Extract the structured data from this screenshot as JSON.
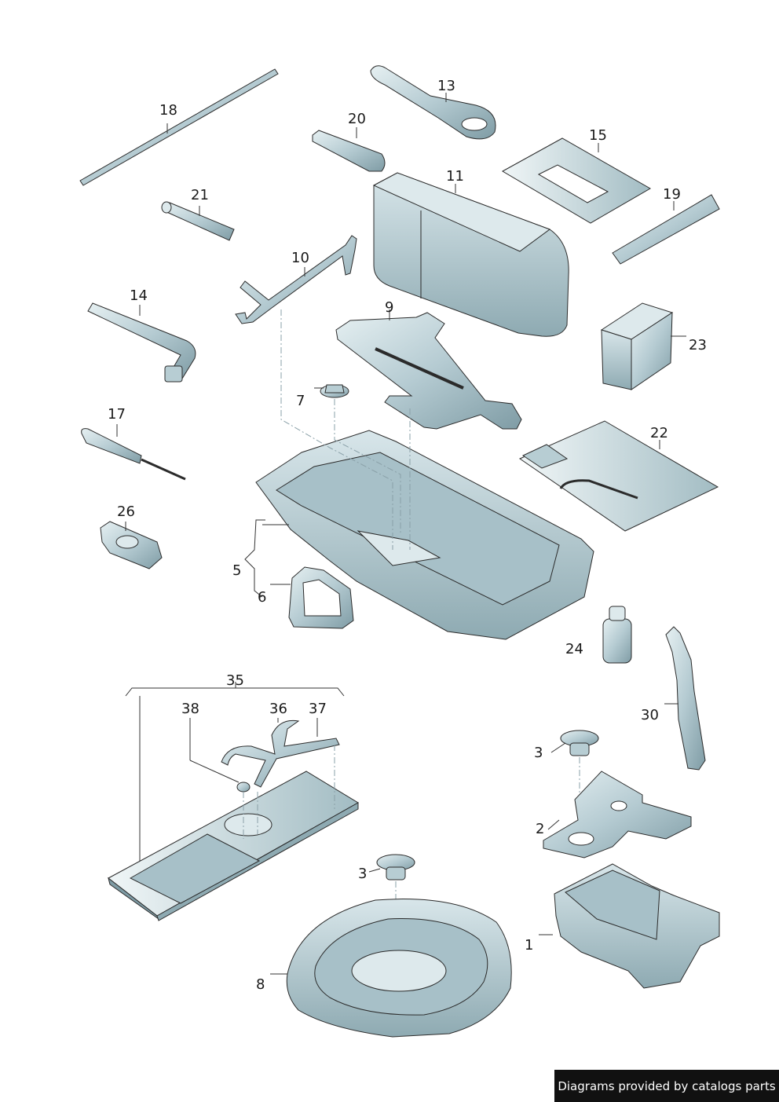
{
  "labels": {
    "p1": "1",
    "p2": "2",
    "p3a": "3",
    "p3b": "3",
    "p5": "5",
    "p6": "6",
    "p7": "7",
    "p8": "8",
    "p9": "9",
    "p10": "10",
    "p11": "11",
    "p13": "13",
    "p14": "14",
    "p15": "15",
    "p17": "17",
    "p18": "18",
    "p19": "19",
    "p20": "20",
    "p21": "21",
    "p22": "22",
    "p23": "23",
    "p24": "24",
    "p26": "26",
    "p30": "30",
    "p35": "35",
    "p36": "36",
    "p37": "37",
    "p38": "38"
  },
  "credit": "Diagrams provided by catalogs parts",
  "colors": {
    "part_fill": "#b7cdd3",
    "part_light": "#dde9ec",
    "part_dark": "#7e9ba4",
    "outline": "#2b2b2b"
  }
}
